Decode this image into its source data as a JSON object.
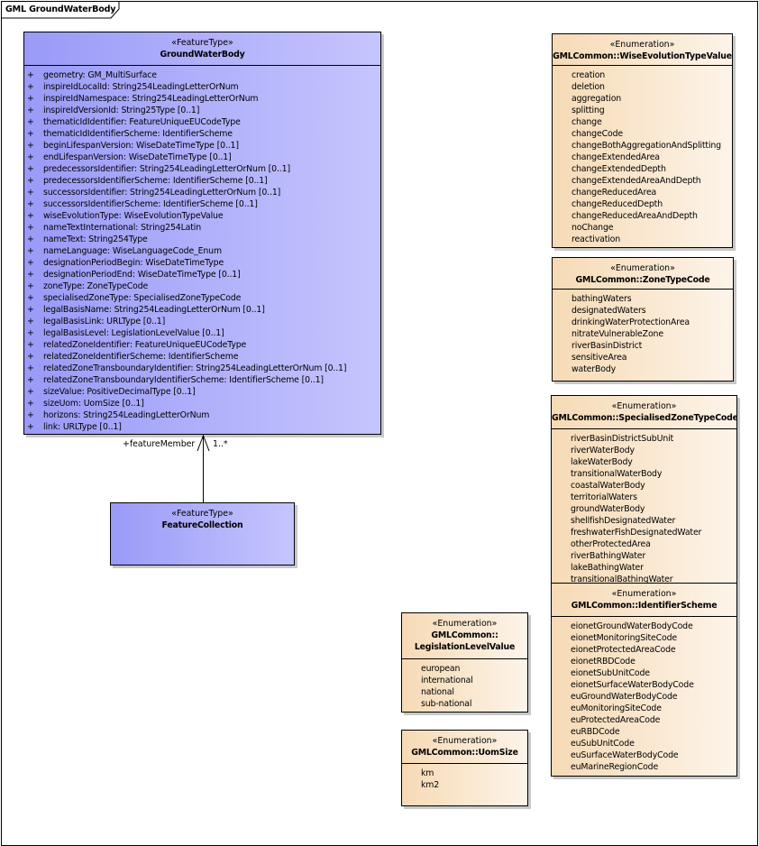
{
  "frame": {
    "title": "GML GroundWaterBody"
  },
  "boxes": [
    {
      "id": "b-gwb",
      "kind": "feat",
      "stereotype": "«FeatureType»",
      "name": [
        "GroundWaterBody"
      ],
      "visibility": "+",
      "items": [
        "geometry: GM_MultiSurface",
        "inspireIdLocalId: String254LeadingLetterOrNum",
        "inspireIdNamespace: String254LeadingLetterOrNum",
        "inspireIdVersionId: String25Type [0..1]",
        "thematicIdIdentifier: FeatureUniqueEUCodeType",
        "thematicIdIdentifierScheme: IdentifierScheme",
        "beginLifespanVersion: WiseDateTimeType [0..1]",
        "endLifespanVersion: WiseDateTimeType [0..1]",
        "predecessorsIdentifier: String254LeadingLetterOrNum [0..1]",
        "predecessorsIdentifierScheme: IdentifierScheme [0..1]",
        "successorsIdentifier: String254LeadingLetterOrNum [0..1]",
        "successorsIdentifierScheme: IdentifierScheme [0..1]",
        "wiseEvolutionType: WiseEvolutionTypeValue",
        "nameTextInternational: String254Latin",
        "nameText: String254Type",
        "nameLanguage: WiseLanguageCode_Enum",
        "designationPeriodBegin: WiseDateTimeType",
        "designationPeriodEnd: WiseDateTimeType [0..1]",
        "zoneType: ZoneTypeCode",
        "specialisedZoneType: SpecialisedZoneTypeCode",
        "legalBasisName: String254LeadingLetterOrNum [0..1]",
        "legalBasisLink: URLType [0..1]",
        "legalBasisLevel: LegislationLevelValue [0..1]",
        "relatedZoneIdentifier: FeatureUniqueEUCodeType",
        "relatedZoneIdentifierScheme: IdentifierScheme",
        "relatedZoneTransboundaryIdentifier: String254LeadingLetterOrNum [0..1]",
        "relatedZoneTransboundaryIdentifierScheme: IdentifierScheme [0..1]",
        "sizeValue: PositiveDecimalType [0..1]",
        "sizeUom: UomSize [0..1]",
        "horizons: String254LeadingLetterOrNum",
        "link: URLType [0..1]"
      ]
    },
    {
      "id": "b-fc",
      "kind": "feat",
      "stereotype": "«FeatureType»",
      "name": [
        "FeatureCollection"
      ],
      "items": []
    },
    {
      "id": "b-wise",
      "kind": "enum",
      "stereotype": "«Enumeration»",
      "name": [
        "GMLCommon::WiseEvolutionTypeValue"
      ],
      "items": [
        "creation",
        "deletion",
        "aggregation",
        "splitting",
        "change",
        "changeCode",
        "changeBothAggregationAndSplitting",
        "changeExtendedArea",
        "changeExtendedDepth",
        "changeExtendedAreaAndDepth",
        "changeReducedArea",
        "changeReducedDepth",
        "changeReducedAreaAndDepth",
        "noChange",
        "reactivation"
      ]
    },
    {
      "id": "b-zone",
      "kind": "enum",
      "stereotype": "«Enumeration»",
      "name": [
        "GMLCommon::ZoneTypeCode"
      ],
      "items": [
        "bathingWaters",
        "designatedWaters",
        "drinkingWaterProtectionArea",
        "nitrateVulnerableZone",
        "riverBasinDistrict",
        "sensitiveArea",
        "waterBody"
      ]
    },
    {
      "id": "b-spec",
      "kind": "enum",
      "stereotype": "«Enumeration»",
      "name": [
        "GMLCommon::SpecialisedZoneTypeCode"
      ],
      "items": [
        "riverBasinDistrictSubUnit",
        "riverWaterBody",
        "lakeWaterBody",
        "transitionalWaterBody",
        "coastalWaterBody",
        "territorialWaters",
        "groundWaterBody",
        "shellfishDesignatedWater",
        "freshwaterFishDesignatedWater",
        "otherProtectedArea",
        "riverBathingWater",
        "lakeBathingWater",
        "transitionalBathingWater"
      ]
    },
    {
      "id": "b-ids",
      "kind": "enum",
      "stereotype": "«Enumeration»",
      "name": [
        "GMLCommon::IdentifierScheme"
      ],
      "items": [
        "eionetGroundWaterBodyCode",
        "eionetMonitoringSiteCode",
        "eionetProtectedAreaCode",
        "eionetRBDCode",
        "eionetSubUnitCode",
        "eionetSurfaceWaterBodyCode",
        "euGroundWaterBodyCode",
        "euMonitoringSiteCode",
        "euProtectedAreaCode",
        "euRBDCode",
        "euSubUnitCode",
        "euSurfaceWaterBodyCode",
        "euMarineRegionCode"
      ]
    },
    {
      "id": "b-leg",
      "kind": "enum",
      "stereotype": "«Enumeration»",
      "name": [
        "GMLCommon::",
        "LegislationLevelValue"
      ],
      "items": [
        "european",
        "international",
        "national",
        "sub-national"
      ]
    },
    {
      "id": "b-uom",
      "kind": "enum",
      "stereotype": "«Enumeration»",
      "name": [
        "GMLCommon::UomSize"
      ],
      "items": [
        "km",
        "km2"
      ]
    }
  ],
  "association": {
    "role": "+featureMember",
    "multiplicity": "1..*"
  }
}
